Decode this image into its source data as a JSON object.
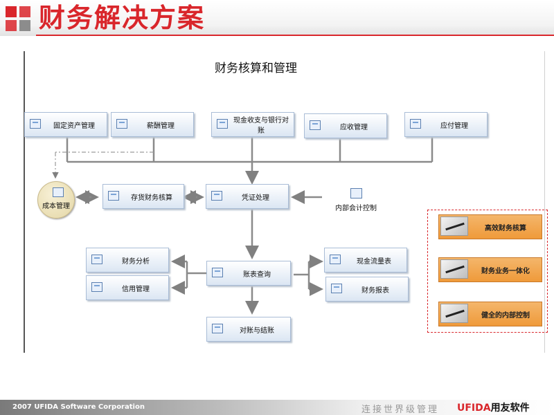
{
  "header": {
    "title": "财务解决方案"
  },
  "diagram": {
    "title": "财务核算和管理",
    "nodes": {
      "fixed_assets": "固定资产管理",
      "salary": "薪酬管理",
      "cash_bank": "现金收支与银行对账",
      "receivable": "应收管理",
      "payable": "应付管理",
      "cost": "成本管理",
      "inventory": "存货财务核算",
      "voucher": "凭证处理",
      "internal_control": "内部会计控制",
      "analysis": "财务分析",
      "credit": "信用管理",
      "query": "账表查询",
      "cashflow": "现金流量表",
      "reports": "财务报表",
      "closing": "对账与结账"
    }
  },
  "features": [
    "高效财务核算",
    "财务业务一体化",
    "健全的内部控制"
  ],
  "footer": {
    "copyright": "2007 UFIDA Software Corporation",
    "slogan": "连接世界级管理",
    "logo_en": "UFIDA",
    "logo_cn": "用友软件"
  },
  "colors": {
    "accent_red": "#d9262b",
    "node_border": "#a9bcd6",
    "feature_orange": "#ef9a3a"
  }
}
